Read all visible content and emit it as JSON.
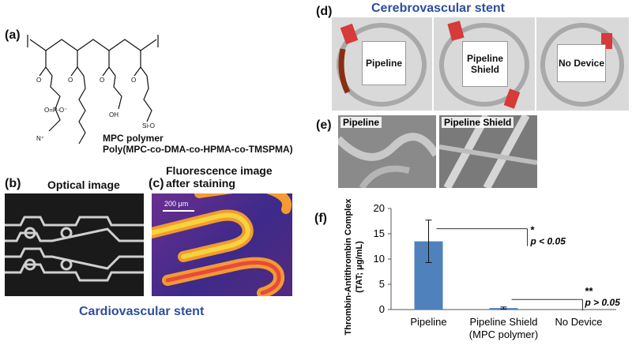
{
  "panel_labels": {
    "a": "(a)",
    "b": "(b)",
    "c": "(c)",
    "d": "(d)",
    "e": "(e)",
    "f": "(f)"
  },
  "panel_a": {
    "caption_line1": "MPC polymer",
    "caption_line2": "Poly(MPC-co-DMA-co-HPMA-co-TMSPMA)"
  },
  "panel_b": {
    "title": "Optical image"
  },
  "panel_c": {
    "title_line1": "Fluorescence image",
    "title_line2": "after staining",
    "scale": "200 μm"
  },
  "bottom_left_title": "Cardiovascular stent",
  "panel_d": {
    "title": "Cerebrovascular stent",
    "labels": [
      "Pipeline",
      "Pipeline\nShield",
      "No Device"
    ]
  },
  "panel_e": {
    "labels": [
      "Pipeline",
      "Pipeline Shield"
    ]
  },
  "colors": {
    "accent_blue": "#2e4e9c",
    "bar_blue": "#4f81bd"
  },
  "chart_data": {
    "type": "bar",
    "categories": [
      "Pipeline",
      "Pipeline Shield\n(MPC polymer)",
      "No Device"
    ],
    "values": [
      13.5,
      0.3,
      0.0
    ],
    "errors": [
      4.2,
      0.2,
      0.0
    ],
    "ylabel": "Thrombin-Antithrombin Complex\n(TAT; μg/mL)",
    "ylim": [
      0,
      20
    ],
    "yticks": [
      0,
      5,
      10,
      15,
      20
    ],
    "grid": false,
    "annotations": [
      {
        "stars": "*",
        "text": "p < 0.05"
      },
      {
        "stars": "**",
        "text": "p > 0.05"
      }
    ]
  }
}
